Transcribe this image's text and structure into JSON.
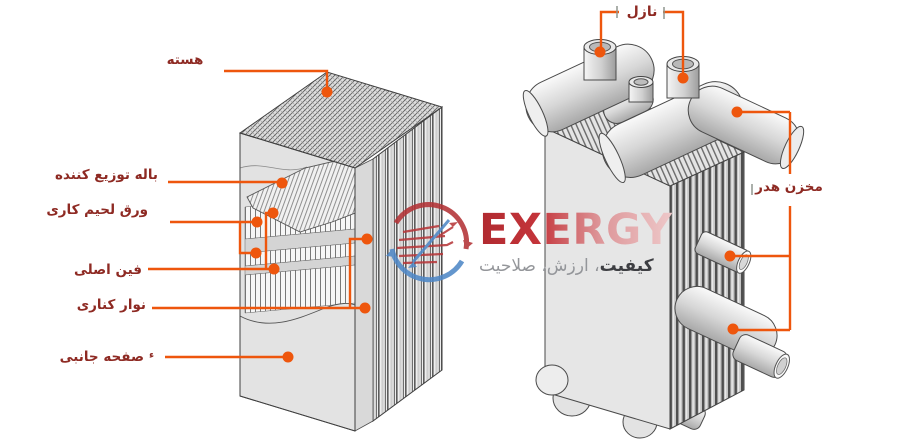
{
  "page": {
    "background": "#ffffff",
    "description_domain": "plate-fin heat exchanger annotated diagram"
  },
  "colors": {
    "label_text": "#8e2a23",
    "leader_line": "#ee560d",
    "logo_red": "#c0343a",
    "logo_blue": "#4f88c7"
  },
  "left_diagram": {
    "labels": {
      "core": "هسته",
      "distributor_fin": "باله توزیع کننده",
      "brazing_sheet": "ورق لحیم کاری",
      "main_fin": "فین اصلی",
      "side_bar": "نوار کناری",
      "side_plate": "صفحه جانبی",
      "side_plate_mark": "ء"
    }
  },
  "right_diagram": {
    "labels": {
      "nozzle": "نازل",
      "header_tank": "مخزن هدر"
    }
  },
  "logo": {
    "brand": "EXERGY",
    "tagline_bold": "کیفیت",
    "tagline_rest": "، ارزش، صلاحیت"
  }
}
